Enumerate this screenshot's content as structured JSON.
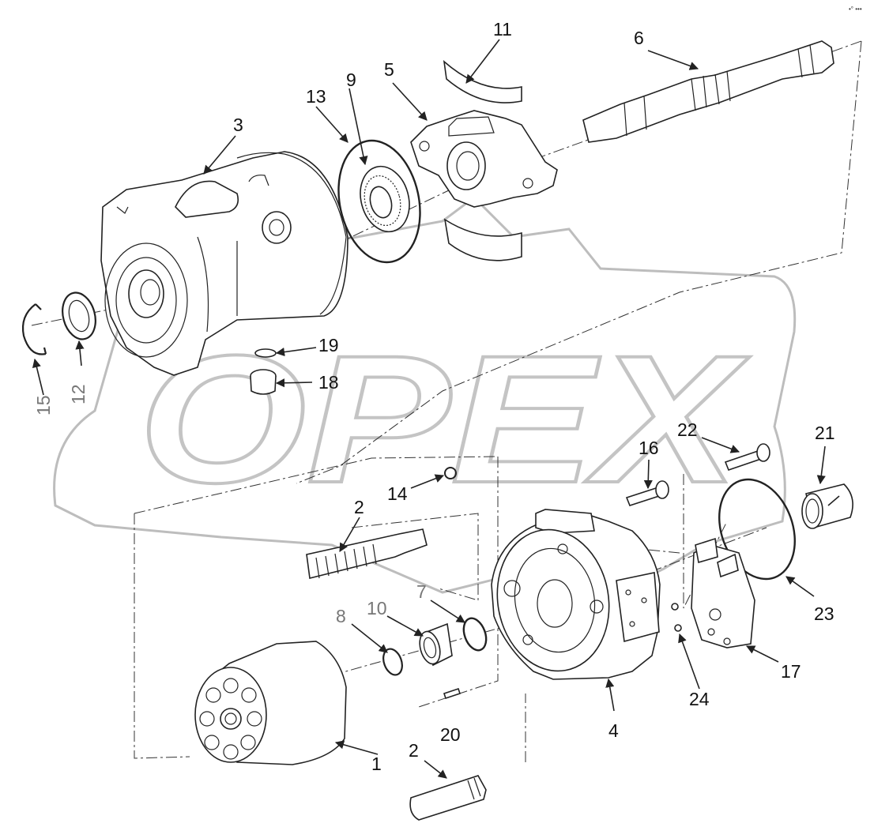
{
  "diagram": {
    "watermark_text": "OPEX",
    "corner_mark": "•° •••",
    "callouts": [
      {
        "id": "c1",
        "label": "1"
      },
      {
        "id": "c2a",
        "label": "2"
      },
      {
        "id": "c2b",
        "label": "2"
      },
      {
        "id": "c3",
        "label": "3"
      },
      {
        "id": "c4",
        "label": "4"
      },
      {
        "id": "c5",
        "label": "5"
      },
      {
        "id": "c6",
        "label": "6"
      },
      {
        "id": "c7",
        "label": "7"
      },
      {
        "id": "c8",
        "label": "8"
      },
      {
        "id": "c9",
        "label": "9"
      },
      {
        "id": "c10",
        "label": "10"
      },
      {
        "id": "c11",
        "label": "11"
      },
      {
        "id": "c12",
        "label": "12"
      },
      {
        "id": "c13",
        "label": "13"
      },
      {
        "id": "c14",
        "label": "14"
      },
      {
        "id": "c15",
        "label": "15"
      },
      {
        "id": "c16",
        "label": "16"
      },
      {
        "id": "c17",
        "label": "17"
      },
      {
        "id": "c18",
        "label": "18"
      },
      {
        "id": "c19",
        "label": "19"
      },
      {
        "id": "c20",
        "label": "20"
      },
      {
        "id": "c21",
        "label": "21"
      },
      {
        "id": "c22",
        "label": "22"
      },
      {
        "id": "c23",
        "label": "23"
      },
      {
        "id": "c24",
        "label": "24"
      }
    ]
  }
}
